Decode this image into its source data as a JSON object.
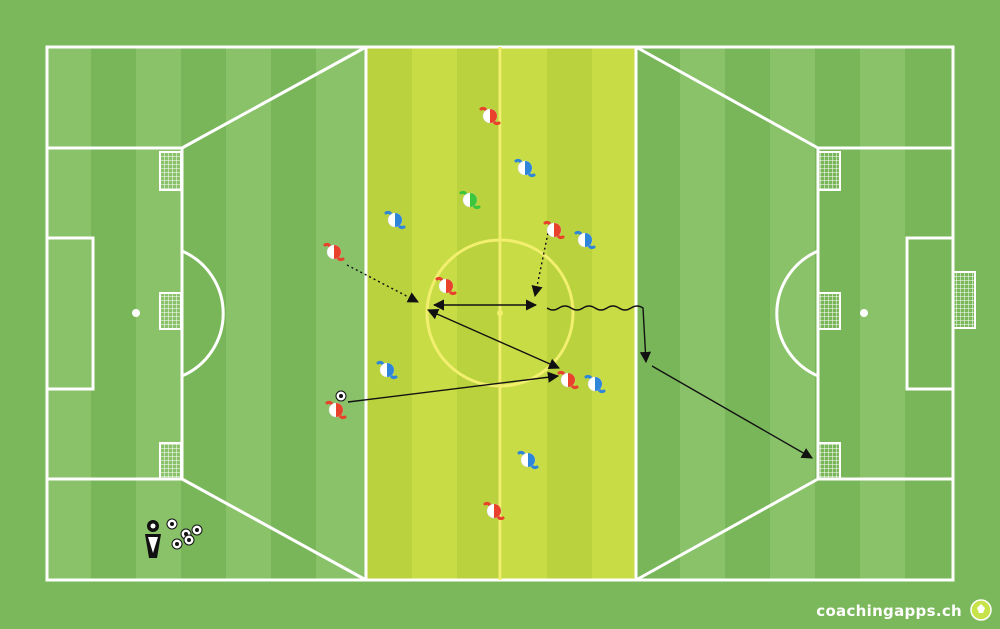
{
  "brand": {
    "text": "coachingapps.ch"
  },
  "colors": {
    "grass": "#7ab85b",
    "stripe_light": "#8ac26a",
    "stripe_dark": "#79b65a",
    "zone_light": "#c8dc45",
    "zone_dark": "#b9d23d",
    "line": "#ffffff",
    "zone_line": "#f2ef6e",
    "red": "#e8412c",
    "blue": "#2f86d8",
    "green": "#3cc63c",
    "arrow": "#111111"
  },
  "players": [
    {
      "team": "red",
      "icon": "red-player-icon"
    },
    {
      "team": "blue",
      "icon": "blue-player-icon"
    },
    {
      "team": "green",
      "icon": "green-goalkeeper-icon"
    },
    {
      "team": "blue",
      "icon": "blue-player-icon"
    },
    {
      "team": "red",
      "icon": "red-player-icon"
    },
    {
      "team": "blue",
      "icon": "blue-player-icon"
    },
    {
      "team": "red",
      "icon": "red-player-icon"
    },
    {
      "team": "red",
      "icon": "red-player-icon"
    },
    {
      "team": "blue",
      "icon": "blue-player-icon"
    },
    {
      "team": "red",
      "icon": "red-player-icon"
    },
    {
      "team": "blue",
      "icon": "blue-player-icon"
    },
    {
      "team": "red",
      "icon": "red-player-icon"
    },
    {
      "team": "blue",
      "icon": "blue-player-icon"
    },
    {
      "team": "red",
      "icon": "red-player-icon"
    }
  ],
  "equipment": {
    "coach": "coach-icon",
    "ball": "ball-icon",
    "mini_goal": "mini-goal-icon",
    "goal": "goal-icon"
  },
  "movements": [
    {
      "type": "run",
      "style": "dotted"
    },
    {
      "type": "run",
      "style": "dotted"
    },
    {
      "type": "pass",
      "style": "solid"
    },
    {
      "type": "pass",
      "style": "solid"
    },
    {
      "type": "pass",
      "style": "solid"
    },
    {
      "type": "dribble",
      "style": "wavy"
    },
    {
      "type": "shot",
      "style": "solid"
    }
  ]
}
